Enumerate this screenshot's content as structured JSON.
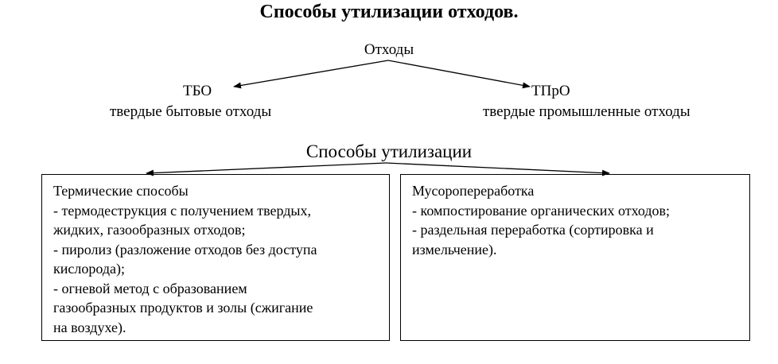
{
  "title": "Способы утилизации отходов.",
  "root": "Отходы",
  "left_branch": {
    "abbr": "ТБО",
    "full": "твердые бытовые отходы"
  },
  "right_branch": {
    "abbr": "ТПрО",
    "full": "твердые промышленные отходы"
  },
  "methods_heading": "Способы утилизации",
  "left_box": {
    "lines": [
      "Термические способы",
      "- термодеструкция с получением твердых,",
      "жидких, газообразных отходов;",
      "- пиролиз (разложение отходов без доступа",
      "кислорода);",
      "- огневой метод с образованием",
      "газообразных продуктов и золы (сжигание",
      "на воздухе)."
    ]
  },
  "right_box": {
    "lines": [
      "Мусоропереработка",
      "- компостирование органических отходов;",
      "- раздельная переработка (сортировка и",
      "измельчение)."
    ]
  }
}
